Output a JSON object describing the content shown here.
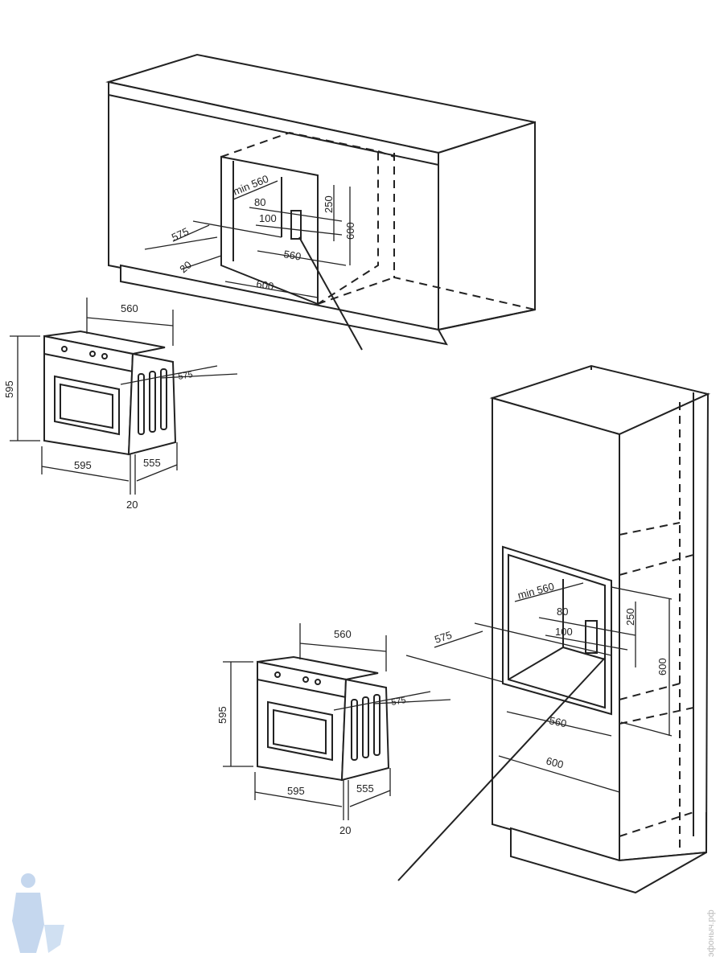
{
  "top_cabinet": {
    "labels": {
      "min_depth": "min 560",
      "gap_top": "80",
      "gap_mid": "100",
      "vent": "250",
      "height": "600",
      "depth": "575",
      "front_gap": "20",
      "inner_width": "560",
      "outer_width": "600"
    }
  },
  "oven_top": {
    "labels": {
      "width_top": "560",
      "height": "595",
      "depth_side": "575",
      "width_bottom": "595",
      "depth_bottom": "555",
      "door": "20"
    }
  },
  "tall_cabinet": {
    "labels": {
      "min_depth": "min 560",
      "gap_top": "80",
      "gap_mid": "100",
      "vent": "250",
      "height": "600",
      "depth": "575",
      "inner_width": "560",
      "outer_width": "600"
    }
  },
  "oven_bottom": {
    "labels": {
      "width_top": "560",
      "height": "595",
      "depth_side": "575",
      "width_bottom": "595",
      "depth_bottom": "555",
      "door": "20"
    }
  },
  "watermark": {
    "text": "эфоныч.рф"
  }
}
